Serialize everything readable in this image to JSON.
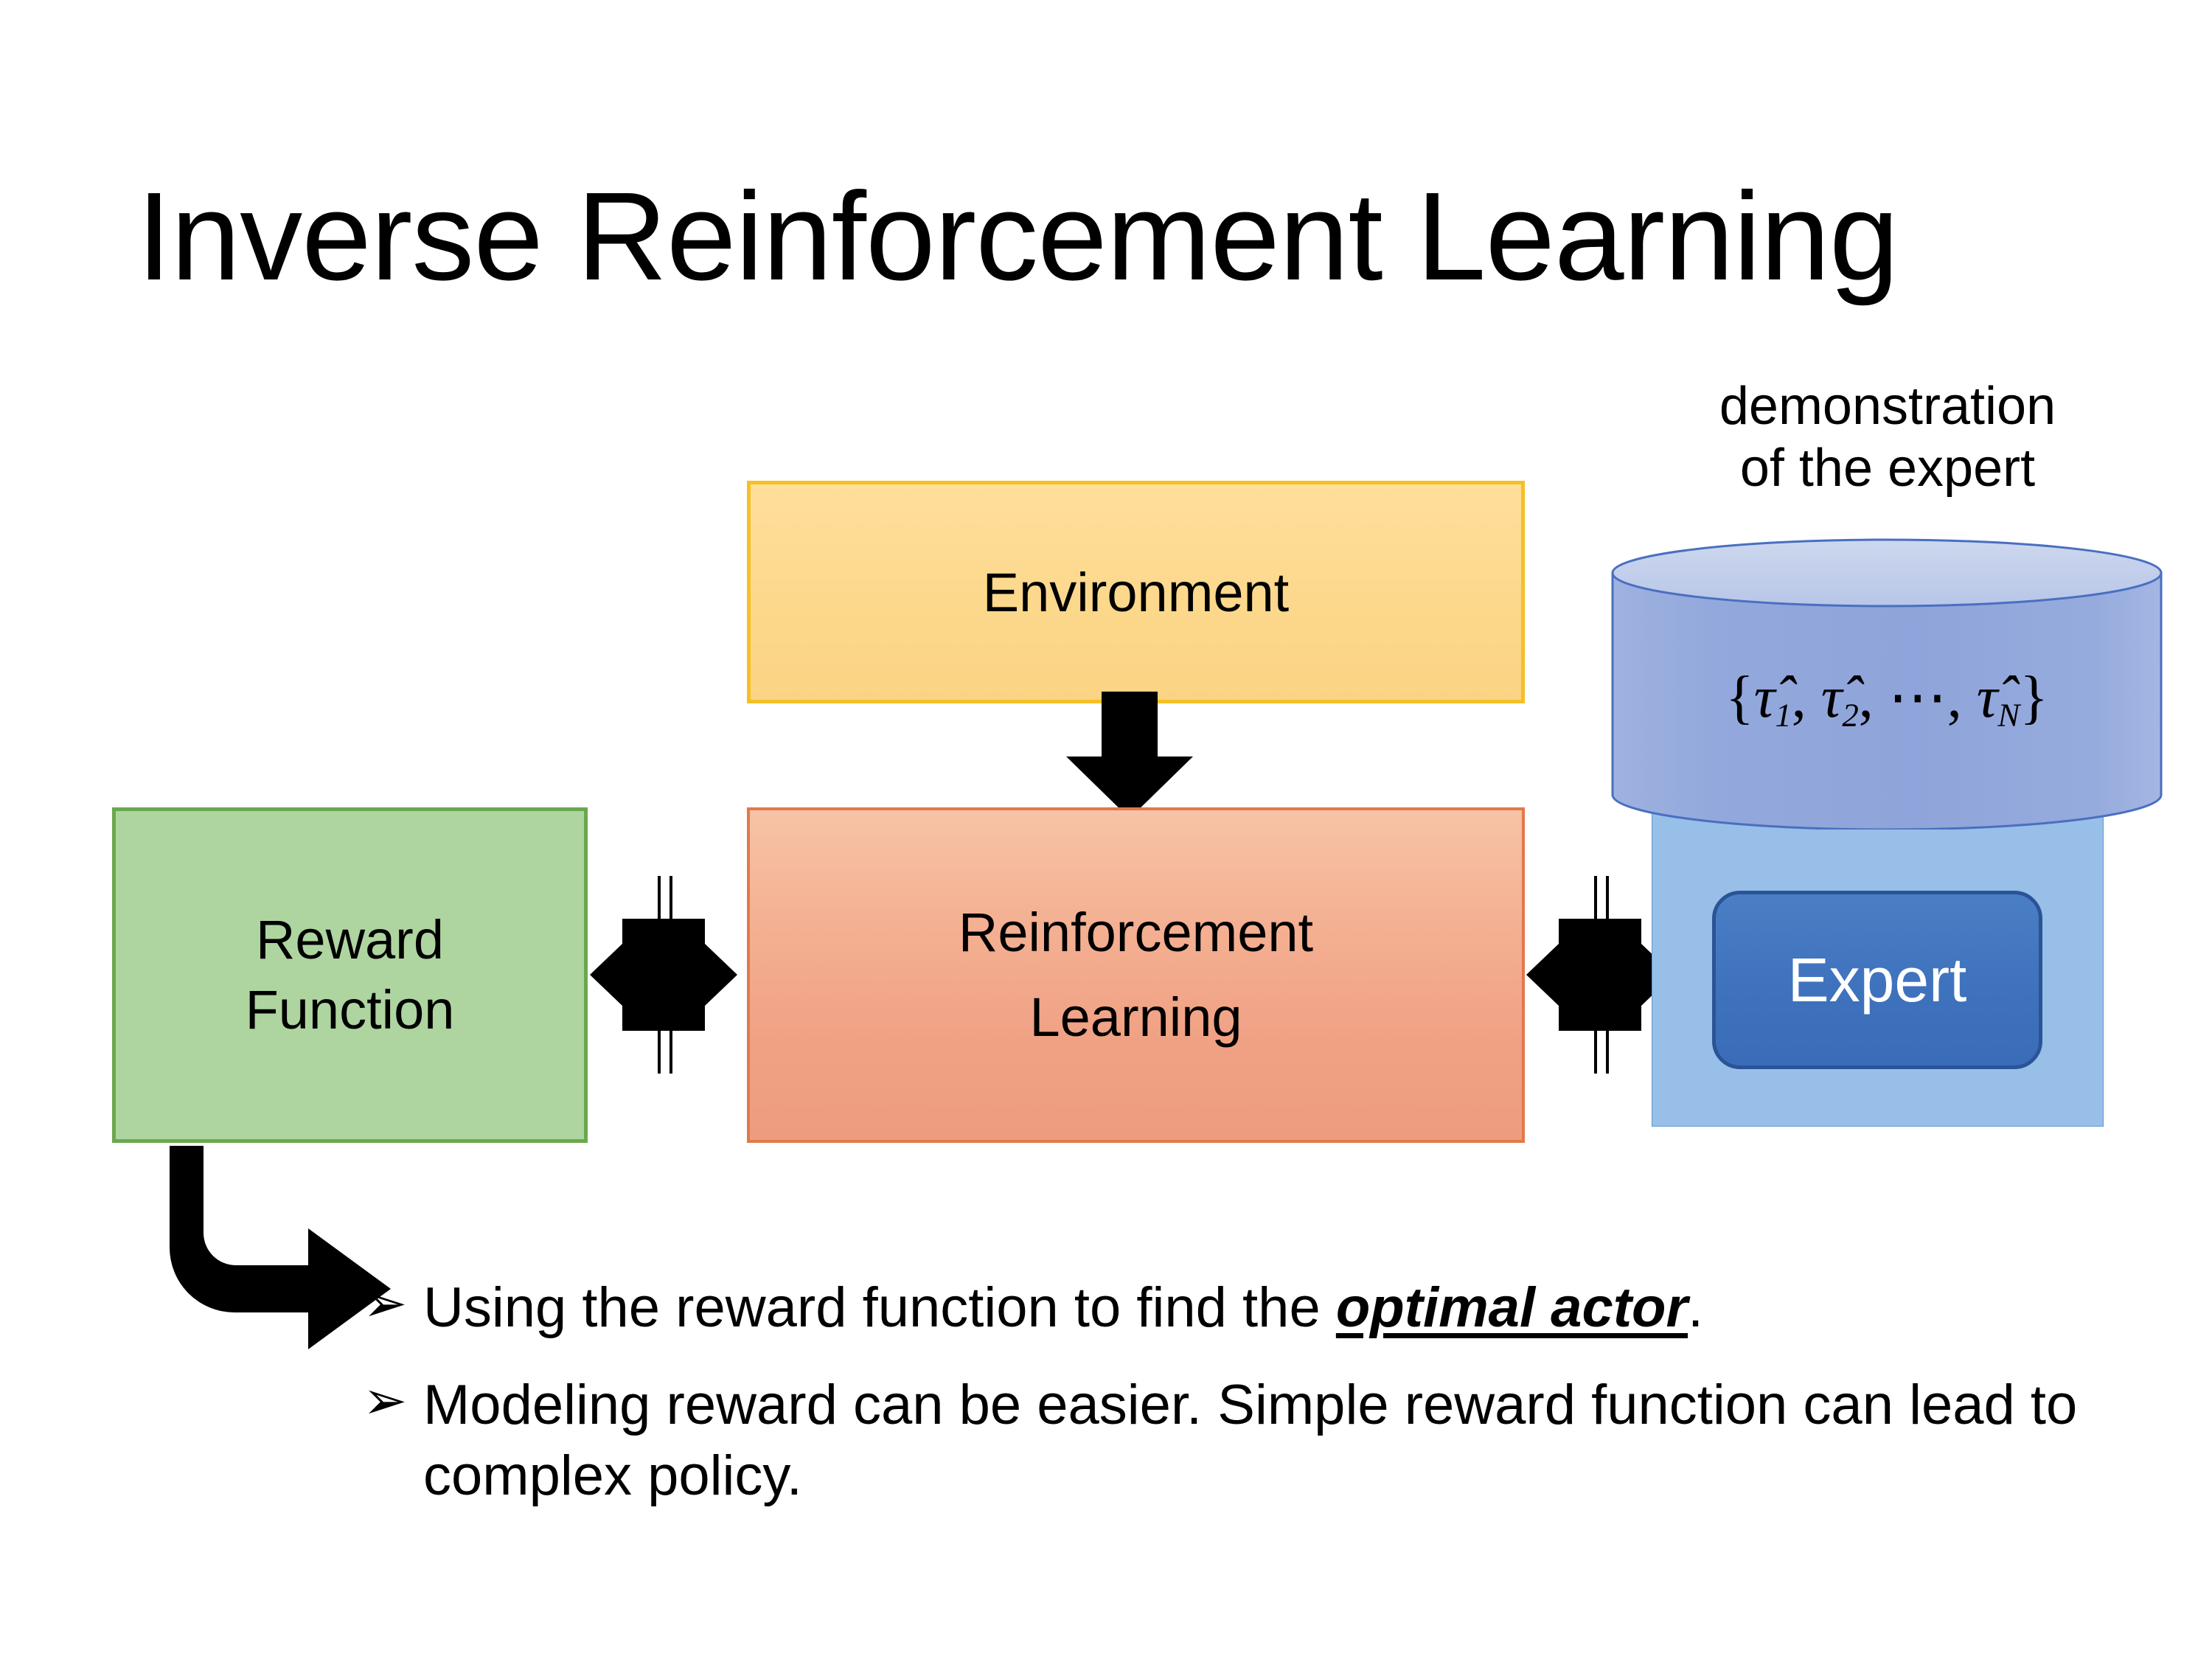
{
  "slide": {
    "title": "Inverse Reinforcement Learning",
    "background_color": "#ffffff"
  },
  "diagram": {
    "environment": {
      "label": "Environment",
      "fill_color": "#fcd88c",
      "border_color": "#f5c026"
    },
    "reward_function": {
      "label_line1": "Reward",
      "label_line2": "Function",
      "fill_color": "#aed5a0",
      "border_color": "#6aa84f"
    },
    "reinforcement_learning": {
      "label_line1": "Reinforcement",
      "label_line2": "Learning",
      "fill_color": "#f2a98c",
      "border_color": "#e2794a"
    },
    "expert_group": {
      "caption_line1": "demonstration",
      "caption_line2": "of the expert",
      "trajectory_set": {
        "open_brace": "{",
        "items": [
          {
            "symbol": "τ̂",
            "subscript": "1"
          },
          {
            "symbol": "τ̂",
            "subscript": "2"
          },
          {
            "symbol": "⋯",
            "subscript": ""
          },
          {
            "symbol": "τ̂",
            "subscript": "N"
          }
        ],
        "separator": ",",
        "close_brace": "}",
        "plain_text": "{τ̂1, τ̂2, ⋯, τ̂N}"
      },
      "cylinder_fill_color": "#8ea5da",
      "cylinder_top_color": "#c3cfea",
      "cylinder_border_color": "#4a6fc0",
      "panel_fill_color": "#97bfe8",
      "expert_button": {
        "label": "Expert",
        "fill_color": "#3f72bd",
        "border_color": "#2a5496",
        "text_color": "#ffffff"
      }
    },
    "arrows": {
      "environment_to_rl": "down-arrow-icon",
      "reward_to_rl": "quad-arrow-icon",
      "rl_to_expert": "quad-arrow-icon",
      "reward_to_bullets": "bent-arrow-icon",
      "arrow_color": "#000000"
    }
  },
  "bullets": [
    {
      "marker": "➢",
      "text_before": "Using the reward function to find the ",
      "emphasis": "optimal actor",
      "text_after": "."
    },
    {
      "marker": "➢",
      "text_before": "Modeling reward can be easier. Simple reward function can lead to complex policy.",
      "emphasis": "",
      "text_after": ""
    }
  ]
}
